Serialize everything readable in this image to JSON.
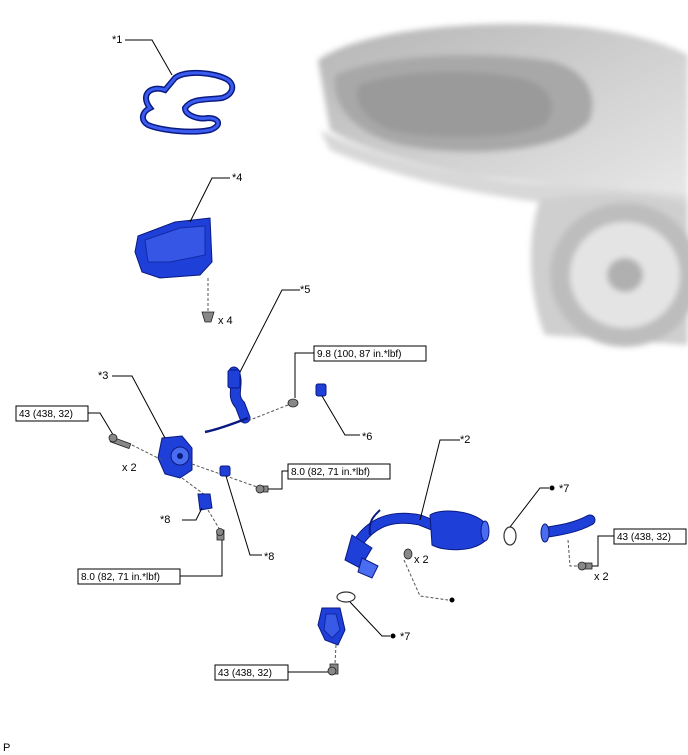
{
  "callouts": {
    "c1": "*1",
    "c2": "*2",
    "c3": "*3",
    "c4": "*4",
    "c5": "*5",
    "c6": "*6",
    "c7a": "*7",
    "c7b": "*7",
    "c8a": "*8",
    "c8b": "*8"
  },
  "quantities": {
    "q_clip": "x 4",
    "q_bolt_left": "x 2",
    "q_nut_center": "x 2",
    "q_bolt_right": "x 2"
  },
  "torque_specs": {
    "t_98": "9.8 (100, 87 in.*lbf)",
    "t_43_left": "43 (438, 32)",
    "t_80_right": "8.0 (82, 71 in.*lbf)",
    "t_80_left": "8.0 (82, 71 in.*lbf)",
    "t_43_right": "43 (438, 32)",
    "t_43_bottom": "43 (438, 32)"
  },
  "footer": {
    "code": "P"
  },
  "colors": {
    "part": "#1f3fd9",
    "part_dark": "#0a1a80",
    "car": "#c8c8c8"
  }
}
